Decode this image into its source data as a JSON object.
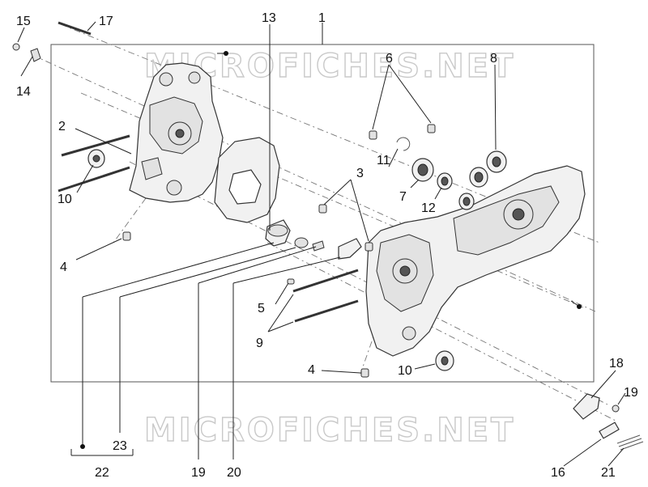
{
  "watermark": "MICROFICHES.NET",
  "labels": {
    "l1": "1",
    "l2": "2",
    "l3": "3",
    "l4a": "4",
    "l4b": "4",
    "l5": "5",
    "l6": "6",
    "l7": "7",
    "l8": "8",
    "l9": "9",
    "l10a": "10",
    "l10b": "10",
    "l11": "11",
    "l12": "12",
    "l13": "13",
    "l14": "14",
    "l15": "15",
    "l16": "16",
    "l17": "17",
    "l18": "18",
    "l19a": "19",
    "l19b": "19",
    "l20": "20",
    "l21": "21",
    "l22": "22",
    "l23": "23"
  }
}
